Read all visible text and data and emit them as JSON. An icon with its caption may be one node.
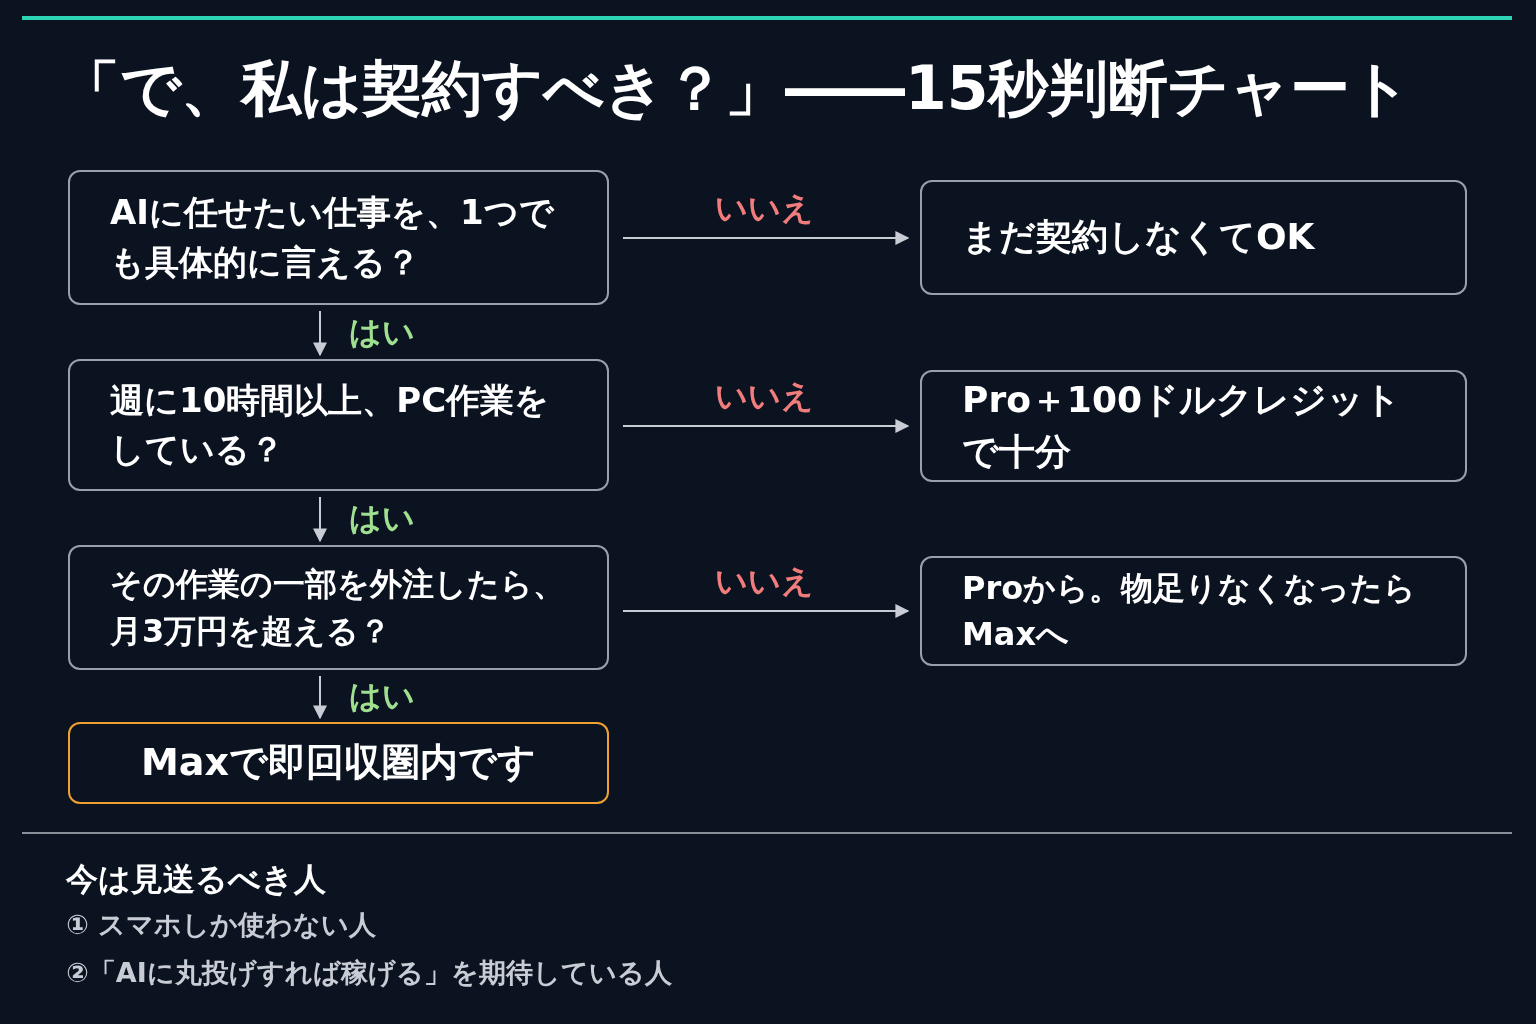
{
  "diagram": {
    "title": "「で、私は契約すべき？」――15秒判断チャート",
    "nodes": [
      {
        "text": [
          "AIに任せたい仕事を、1つでも具体的に言える？"
        ]
      },
      {
        "text": [
          "まだ契約しなくてOK"
        ]
      },
      {
        "text": [
          "週に10時間以上、PC作業をしている？"
        ]
      },
      {
        "text": [
          "Pro＋100ドルクレジットで十分"
        ]
      },
      {
        "text": [
          "その作業の一部を外注したら、月3万円を超える？"
        ]
      },
      {
        "text": [
          "Proから。物足りなくなったらMaxへ"
        ]
      },
      {
        "text": [
          "Maxで即回収圏内です"
        ]
      }
    ],
    "edges": [
      {
        "from": 0,
        "to": 1,
        "arrow": "to",
        "label": "いいえ"
      },
      {
        "from": 0,
        "to": 2,
        "arrow": "to",
        "label": "はい"
      },
      {
        "from": 2,
        "to": 3,
        "arrow": "to",
        "label": "いいえ"
      },
      {
        "from": 2,
        "to": 4,
        "arrow": "to",
        "label": "はい"
      },
      {
        "from": 4,
        "to": 5,
        "arrow": "to",
        "label": "いいえ"
      },
      {
        "from": 4,
        "to": 6,
        "arrow": "to",
        "label": "はい"
      }
    ],
    "labels": [
      "今は見送るべき人",
      "① スマホしか使わない人",
      "②「AIに丸投げすれば稼げる」を期待している人"
    ]
  }
}
